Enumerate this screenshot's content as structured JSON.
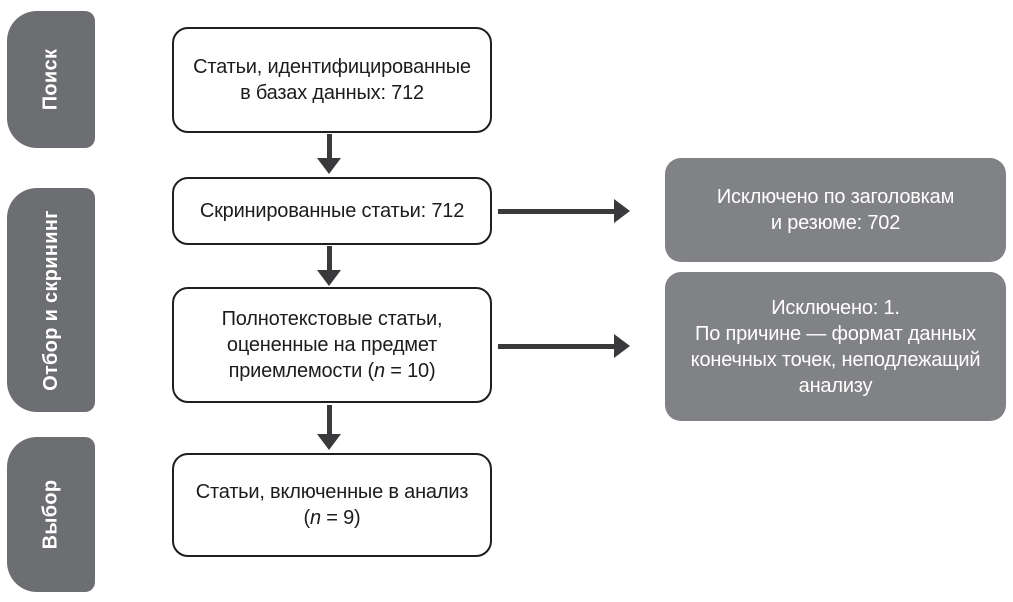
{
  "stages": [
    {
      "id": "search",
      "label": "Поиск"
    },
    {
      "id": "screening",
      "label": "Отбор и скрининг"
    },
    {
      "id": "selection",
      "label": "Выбор"
    }
  ],
  "process_boxes": [
    {
      "id": "identified",
      "lines": [
        {
          "text": "Статьи, идентифицированные"
        },
        {
          "text": "в базах данных: 712"
        }
      ]
    },
    {
      "id": "screened",
      "lines": [
        {
          "text": "Скринированные статьи: 712"
        }
      ]
    },
    {
      "id": "fulltext-assessed",
      "lines": [
        {
          "text": "Полнотекстовые статьи,"
        },
        {
          "text": "оцененные на предмет"
        },
        {
          "pre": "приемлемости (",
          "var": "n",
          "post": " = 10)"
        }
      ]
    },
    {
      "id": "included",
      "lines": [
        {
          "text": "Статьи, включенные в анализ"
        },
        {
          "pre": "(",
          "var": "n",
          "post": " = 9)"
        }
      ]
    }
  ],
  "exclusion_boxes": [
    {
      "id": "excluded-by-title-abstract",
      "lines": [
        {
          "text": "Исключено по заголовкам"
        },
        {
          "text": "и резюме: 702"
        }
      ]
    },
    {
      "id": "excluded-fulltext",
      "lines": [
        {
          "text": "Исключено: 1."
        },
        {
          "text": "По причине — формат данных"
        },
        {
          "text": "конечных точек, неподлежащий"
        },
        {
          "text": "анализу"
        }
      ]
    }
  ],
  "colors": {
    "stage_tab_gray": "#6D6E71",
    "exclusion_gray": "#818285",
    "arrow_dark": "#3A3A3C",
    "box_border": "#1F1F1F",
    "box_background": "#FFFFFF",
    "box_text": "#1C1C1C",
    "light_text": "#FFFFFF",
    "page_background": "#FFFFFF"
  }
}
